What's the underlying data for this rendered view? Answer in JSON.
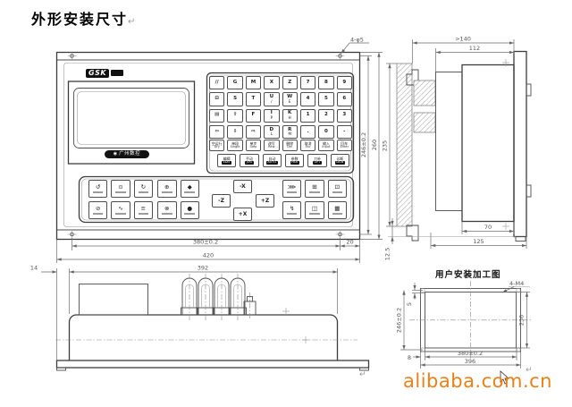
{
  "title": {
    "text": "外形安装尺寸",
    "return_mark": "↵"
  },
  "watermark": {
    "text": "alibaba.com.cn",
    "color": "#f07f13",
    "style": "color:#f07f13"
  },
  "front_view": {
    "brand_badge": "GSK",
    "maker_badge": "广州数控",
    "keypad": {
      "rows": [
        [
          {
            "n": "block-skip-key",
            "label": "//"
          },
          {
            "label": "G"
          },
          {
            "label": "M"
          },
          {
            "label": "X"
          },
          {
            "label": "Z"
          },
          {
            "label": "7"
          },
          {
            "label": "8"
          },
          {
            "label": "9"
          }
        ],
        [
          {
            "n": "linefeed-key",
            "label": "⊟"
          },
          {
            "label": "S"
          },
          {
            "label": "T"
          },
          {
            "label": "U",
            "sub": "/"
          },
          {
            "label": "W",
            "sub": "E"
          },
          {
            "label": "4"
          },
          {
            "label": "5"
          },
          {
            "label": "6"
          }
        ],
        [
          {
            "n": "charset-key",
            "label": "▤"
          },
          {
            "n": "cursor-up-key",
            "label": "⇧"
          },
          {
            "label": "F"
          },
          {
            "label": "I",
            "sub": "P"
          },
          {
            "label": "K",
            "sub": "H"
          },
          {
            "label": "1"
          },
          {
            "label": "2"
          },
          {
            "label": "3"
          }
        ],
        [
          {
            "n": "cursor-left-key",
            "label": "⇦"
          },
          {
            "n": "cursor-down-key",
            "label": "⇩"
          },
          {
            "n": "cursor-right-key",
            "label": "⇨"
          },
          {
            "label": "D",
            "sub": "L"
          },
          {
            "label": "R",
            "sub": "M"
          },
          {
            "n": "decimal-point-key",
            "label": "."
          },
          {
            "label": "0"
          },
          {
            "n": "minus-key",
            "label": "-"
          }
        ]
      ]
    },
    "function_keys": [
      {
        "n": "dry-run-key",
        "cn": "空运行",
        "en": "Dry"
      },
      {
        "n": "single-block-key",
        "cn": "单段",
        "en": "Single"
      },
      {
        "n": "single-step-key",
        "cn": "单步",
        "en": "Step"
      },
      {
        "n": "rewrite-key",
        "cn": "改写",
        "en": "Rew"
      },
      {
        "n": "delete-key",
        "cn": "删除",
        "en": "Del"
      },
      {
        "n": "cancel-key",
        "cn": "取消",
        "en": "Esc"
      },
      {
        "n": "input-key",
        "cn": "输入",
        "en": "Input"
      },
      {
        "n": "enter-key",
        "cn": "回车",
        "en": "Enter"
      }
    ],
    "mode_keys": [
      {
        "n": "edit-mode-key",
        "cn": "编辑",
        "en": "EDIT"
      },
      {
        "n": "jog-mode-key",
        "cn": "手动",
        "en": "JOG"
      },
      {
        "n": "auto-mode-key",
        "cn": "自动",
        "en": "AUTO"
      },
      {
        "n": "parameter-mode-key",
        "cn": "参数",
        "en": "PAR"
      },
      {
        "n": "offset-mode-key",
        "cn": "刀补",
        "en": "OFT"
      },
      {
        "n": "diagnosis-mode-key",
        "cn": "诊断",
        "en": "DGN"
      }
    ],
    "machine_panel": {
      "groups": [
        {
          "name": "spindle-group",
          "rows": [
            [
              {
                "n": "spindle-ccw-key",
                "g": "↺"
              },
              {
                "n": "spindle-stop-key",
                "g": "⊙"
              },
              {
                "n": "spindle-cw-key",
                "g": "↻"
              }
            ],
            [
              {
                "n": "tool-change-key",
                "g": "⊘"
              },
              {
                "n": "coolant-key",
                "g": "∿"
              },
              {
                "n": "lubrication-key",
                "g": "≡"
              }
            ]
          ]
        },
        {
          "name": "feed-group",
          "rows": [
            [
              {
                "n": "feed-hold-key",
                "g": "⊕"
              },
              {
                "n": "cycle-start-key",
                "g": "◆"
              }
            ],
            [
              {
                "n": "rapid-key",
                "g": "⊗"
              },
              {
                "n": "pause-key",
                "g": "●"
              }
            ]
          ]
        },
        {
          "name": "aux-group",
          "rows": [
            [
              {
                "n": "rapid-override-key",
                "g": "⋙"
              },
              {
                "n": "step-width-key",
                "g": "⊞"
              },
              {
                "n": "reference-point-key",
                "g": "⊡"
              }
            ],
            [
              {
                "n": "feed-override-key",
                "g": "↯"
              },
              {
                "n": "handwheel-key",
                "g": "◫"
              },
              {
                "n": "program-zero-key",
                "g": "▦"
              }
            ]
          ]
        }
      ],
      "jog": {
        "minus_x": "-X",
        "plus_x": "+X",
        "minus_z": "-Z",
        "plus_z": "+Z"
      }
    }
  },
  "dimensions": {
    "front_hole_spacing_v": "246±0.2",
    "front_height": "260",
    "front_body_height": "235",
    "front_hole_spacing_h": "380±0.2",
    "front_edge": "20",
    "front_width": "420",
    "front_holes": "4-φ5",
    "side_clearance": ">140",
    "side_depth1": "112",
    "side_depth_front": "70",
    "side_depth_full": "125",
    "side_flange": "12.5",
    "bottom_offset": "14",
    "bottom_width": "392",
    "install_holes": "4-M4",
    "install_hole_edge_v": "5",
    "install_hole_spacing_v": "246±0.2",
    "install_cutout_h": "236",
    "install_hole_edge_h": "8",
    "install_hole_spacing_h": "380±0.2",
    "install_cutout_w": "396"
  },
  "install_view": {
    "title": "用户安装加工图",
    "return_mark": "↵"
  },
  "footer": {
    "return_mark": "↵"
  }
}
